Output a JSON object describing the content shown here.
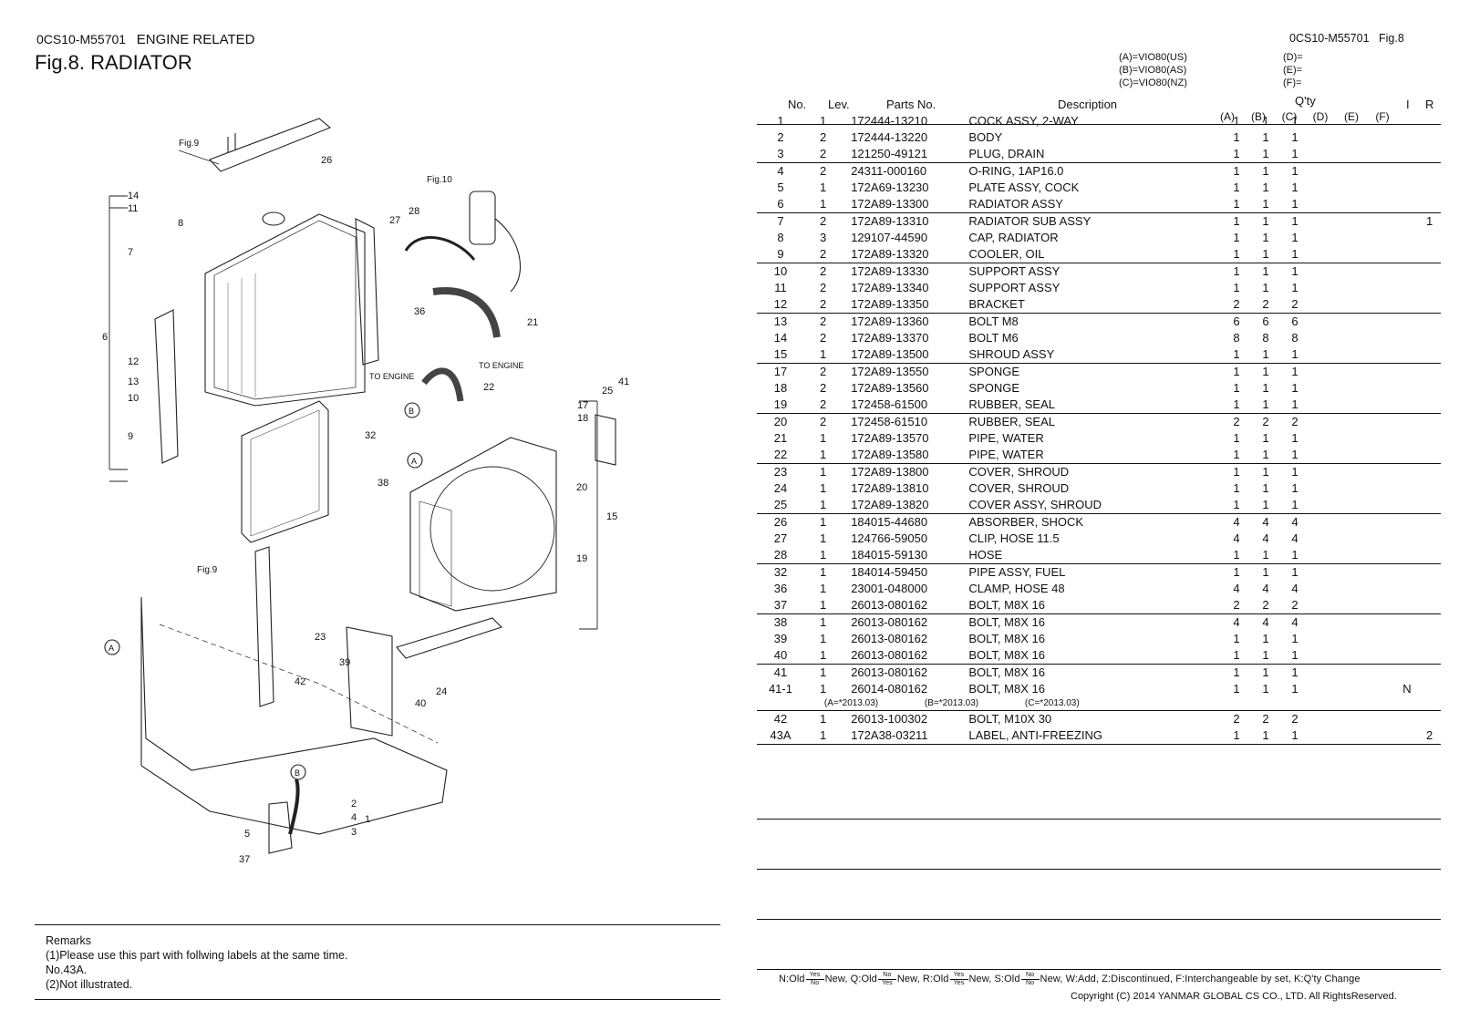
{
  "header": {
    "doc_code_left": "0CS10-M55701",
    "section": "ENGINE RELATED",
    "figure_title": "Fig.8.  RADIATOR",
    "doc_code_right": "0CS10-M55701",
    "fig_ref": "Fig.8"
  },
  "variants": {
    "a": "(A)=VIO80(US)",
    "b": "(B)=VIO80(AS)",
    "c": "(C)=VIO80(NZ)",
    "d": "(D)=",
    "e": "(E)=",
    "f": "(F)="
  },
  "columns": {
    "no": "No.",
    "lev": "Lev.",
    "part_no": "Parts No.",
    "description": "Description",
    "qty": "Q'ty",
    "qa": "(A)",
    "qb": "(B)",
    "qc": "(C)",
    "qd": "(D)",
    "qe": "(E)",
    "qf": "(F)",
    "i": "I",
    "r": "R"
  },
  "parts": [
    {
      "no": "1",
      "lev": "1",
      "pn": "172444-13210",
      "desc": "COCK ASSY, 2-WAY",
      "a": "1",
      "b": "1",
      "c": "1",
      "i": "",
      "r": "",
      "end": false
    },
    {
      "no": "2",
      "lev": "2",
      "pn": "172444-13220",
      "desc": "BODY",
      "a": "1",
      "b": "1",
      "c": "1",
      "i": "",
      "r": "",
      "end": false
    },
    {
      "no": "3",
      "lev": "2",
      "pn": "121250-49121",
      "desc": "PLUG, DRAIN",
      "a": "1",
      "b": "1",
      "c": "1",
      "i": "",
      "r": "",
      "end": true
    },
    {
      "no": "4",
      "lev": "2",
      "pn": "24311-000160",
      "desc": "O-RING, 1AP16.0",
      "a": "1",
      "b": "1",
      "c": "1",
      "i": "",
      "r": "",
      "end": false
    },
    {
      "no": "5",
      "lev": "1",
      "pn": "172A69-13230",
      "desc": "PLATE ASSY, COCK",
      "a": "1",
      "b": "1",
      "c": "1",
      "i": "",
      "r": "",
      "end": false
    },
    {
      "no": "6",
      "lev": "1",
      "pn": "172A89-13300",
      "desc": "RADIATOR ASSY",
      "a": "1",
      "b": "1",
      "c": "1",
      "i": "",
      "r": "",
      "end": true
    },
    {
      "no": "7",
      "lev": "2",
      "pn": "172A89-13310",
      "desc": "RADIATOR SUB ASSY",
      "a": "1",
      "b": "1",
      "c": "1",
      "i": "",
      "r": "1",
      "end": false
    },
    {
      "no": "8",
      "lev": "3",
      "pn": "129107-44590",
      "desc": "CAP, RADIATOR",
      "a": "1",
      "b": "1",
      "c": "1",
      "i": "",
      "r": "",
      "end": false
    },
    {
      "no": "9",
      "lev": "2",
      "pn": "172A89-13320",
      "desc": "COOLER, OIL",
      "a": "1",
      "b": "1",
      "c": "1",
      "i": "",
      "r": "",
      "end": true
    },
    {
      "no": "10",
      "lev": "2",
      "pn": "172A89-13330",
      "desc": "SUPPORT ASSY",
      "a": "1",
      "b": "1",
      "c": "1",
      "i": "",
      "r": "",
      "end": false
    },
    {
      "no": "11",
      "lev": "2",
      "pn": "172A89-13340",
      "desc": "SUPPORT ASSY",
      "a": "1",
      "b": "1",
      "c": "1",
      "i": "",
      "r": "",
      "end": false
    },
    {
      "no": "12",
      "lev": "2",
      "pn": "172A89-13350",
      "desc": "BRACKET",
      "a": "2",
      "b": "2",
      "c": "2",
      "i": "",
      "r": "",
      "end": true
    },
    {
      "no": "13",
      "lev": "2",
      "pn": "172A89-13360",
      "desc": "BOLT M8",
      "a": "6",
      "b": "6",
      "c": "6",
      "i": "",
      "r": "",
      "end": false
    },
    {
      "no": "14",
      "lev": "2",
      "pn": "172A89-13370",
      "desc": "BOLT M6",
      "a": "8",
      "b": "8",
      "c": "8",
      "i": "",
      "r": "",
      "end": false
    },
    {
      "no": "15",
      "lev": "1",
      "pn": "172A89-13500",
      "desc": "SHROUD ASSY",
      "a": "1",
      "b": "1",
      "c": "1",
      "i": "",
      "r": "",
      "end": true
    },
    {
      "no": "17",
      "lev": "2",
      "pn": "172A89-13550",
      "desc": "SPONGE",
      "a": "1",
      "b": "1",
      "c": "1",
      "i": "",
      "r": "",
      "end": false
    },
    {
      "no": "18",
      "lev": "2",
      "pn": "172A89-13560",
      "desc": "SPONGE",
      "a": "1",
      "b": "1",
      "c": "1",
      "i": "",
      "r": "",
      "end": false
    },
    {
      "no": "19",
      "lev": "2",
      "pn": "172458-61500",
      "desc": "RUBBER, SEAL",
      "a": "1",
      "b": "1",
      "c": "1",
      "i": "",
      "r": "",
      "end": true
    },
    {
      "no": "20",
      "lev": "2",
      "pn": "172458-61510",
      "desc": "RUBBER, SEAL",
      "a": "2",
      "b": "2",
      "c": "2",
      "i": "",
      "r": "",
      "end": false
    },
    {
      "no": "21",
      "lev": "1",
      "pn": "172A89-13570",
      "desc": "PIPE, WATER",
      "a": "1",
      "b": "1",
      "c": "1",
      "i": "",
      "r": "",
      "end": false
    },
    {
      "no": "22",
      "lev": "1",
      "pn": "172A89-13580",
      "desc": "PIPE, WATER",
      "a": "1",
      "b": "1",
      "c": "1",
      "i": "",
      "r": "",
      "end": true
    },
    {
      "no": "23",
      "lev": "1",
      "pn": "172A89-13800",
      "desc": "COVER, SHROUD",
      "a": "1",
      "b": "1",
      "c": "1",
      "i": "",
      "r": "",
      "end": false
    },
    {
      "no": "24",
      "lev": "1",
      "pn": "172A89-13810",
      "desc": "COVER, SHROUD",
      "a": "1",
      "b": "1",
      "c": "1",
      "i": "",
      "r": "",
      "end": false
    },
    {
      "no": "25",
      "lev": "1",
      "pn": "172A89-13820",
      "desc": "COVER ASSY, SHROUD",
      "a": "1",
      "b": "1",
      "c": "1",
      "i": "",
      "r": "",
      "end": true
    },
    {
      "no": "26",
      "lev": "1",
      "pn": "184015-44680",
      "desc": "ABSORBER, SHOCK",
      "a": "4",
      "b": "4",
      "c": "4",
      "i": "",
      "r": "",
      "end": false
    },
    {
      "no": "27",
      "lev": "1",
      "pn": "124766-59050",
      "desc": "CLIP, HOSE 11.5",
      "a": "4",
      "b": "4",
      "c": "4",
      "i": "",
      "r": "",
      "end": false
    },
    {
      "no": "28",
      "lev": "1",
      "pn": "184015-59130",
      "desc": "HOSE",
      "a": "1",
      "b": "1",
      "c": "1",
      "i": "",
      "r": "",
      "end": true
    },
    {
      "no": "32",
      "lev": "1",
      "pn": "184014-59450",
      "desc": "PIPE ASSY, FUEL",
      "a": "1",
      "b": "1",
      "c": "1",
      "i": "",
      "r": "",
      "end": false
    },
    {
      "no": "36",
      "lev": "1",
      "pn": "23001-048000",
      "desc": "CLAMP, HOSE  48",
      "a": "4",
      "b": "4",
      "c": "4",
      "i": "",
      "r": "",
      "end": false
    },
    {
      "no": "37",
      "lev": "1",
      "pn": "26013-080162",
      "desc": "BOLT, M8X 16",
      "a": "2",
      "b": "2",
      "c": "2",
      "i": "",
      "r": "",
      "end": true
    },
    {
      "no": "38",
      "lev": "1",
      "pn": "26013-080162",
      "desc": "BOLT, M8X 16",
      "a": "4",
      "b": "4",
      "c": "4",
      "i": "",
      "r": "",
      "end": false
    },
    {
      "no": "39",
      "lev": "1",
      "pn": "26013-080162",
      "desc": "BOLT, M8X 16",
      "a": "1",
      "b": "1",
      "c": "1",
      "i": "",
      "r": "",
      "end": false
    },
    {
      "no": "40",
      "lev": "1",
      "pn": "26013-080162",
      "desc": "BOLT, M8X 16",
      "a": "1",
      "b": "1",
      "c": "1",
      "i": "",
      "r": "",
      "end": true
    },
    {
      "no": "41",
      "lev": "1",
      "pn": "26013-080162",
      "desc": "BOLT, M8X 16",
      "a": "1",
      "b": "1",
      "c": "1",
      "i": "",
      "r": "",
      "end": false
    },
    {
      "no": "41-1",
      "lev": "1",
      "pn": "26014-080162",
      "desc": "BOLT, M8X 16",
      "a": "1",
      "b": "1",
      "c": "1",
      "i": "N",
      "r": "",
      "end": false
    }
  ],
  "serial_note": {
    "a": "(A=*2013.03)",
    "b": "(B=*2013.03)",
    "c": "(C=*2013.03)"
  },
  "parts_tail": [
    {
      "no": "42",
      "lev": "1",
      "pn": "26013-100302",
      "desc": "BOLT, M10X 30",
      "a": "2",
      "b": "2",
      "c": "2",
      "i": "",
      "r": "",
      "end": false
    },
    {
      "no": "43A",
      "lev": "1",
      "pn": "172A38-03211",
      "desc": "LABEL, ANTI-FREEZING",
      "a": "1",
      "b": "1",
      "c": "1",
      "i": "",
      "r": "2",
      "end": true
    }
  ],
  "remarks": {
    "title": "Remarks",
    "line1": "(1)Please use this part with follwing labels at the same time.",
    "line2": "No.43A.",
    "line3": "(2)Not illustrated."
  },
  "legend": {
    "n_pre": "N:Old",
    "n_top": "Yes",
    "n_bot": "No",
    "n_post": "New,",
    "q_pre": "Q:Old",
    "q_top": "No",
    "q_bot": "Yes",
    "q_post": "New,",
    "r_pre": "R:Old",
    "r_top": "Yes",
    "r_bot": "Yes",
    "r_post": "New,",
    "s_pre": "S:Old",
    "s_top": "No",
    "s_bot": "No",
    "s_post": "New,",
    "rest": "W:Add, Z:Discontinued, F:Interchangeable by set, K:Q'ty Change"
  },
  "copyright": "Copyright (C) 2014 YANMAR GLOBAL CS CO., LTD. All RightsReserved.",
  "diagram": {
    "fig9": "Fig.9",
    "fig10": "Fig.10",
    "to_engine": "TO ENGINE",
    "circle_a": "A",
    "circle_b": "B",
    "callouts": [
      "1",
      "2",
      "3",
      "4",
      "5",
      "6",
      "7",
      "8",
      "9",
      "10",
      "11",
      "12",
      "13",
      "14",
      "15",
      "17",
      "18",
      "19",
      "20",
      "21",
      "22",
      "23",
      "24",
      "25",
      "26",
      "27",
      "28",
      "32",
      "36",
      "37",
      "38",
      "39",
      "40",
      "41",
      "42"
    ]
  }
}
